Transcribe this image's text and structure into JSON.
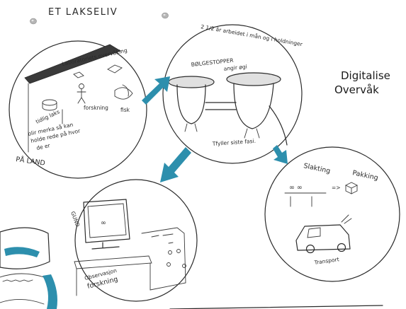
{
  "header": {
    "title": "ET LAKSELIV"
  },
  "circle_land": {
    "supervision_label": "Laboratoriets overvåking",
    "research_label": "forskning",
    "fish_label": "fisk",
    "salmon_label": "tidlig laks",
    "marking_note_lines": [
      "blir merka så kan",
      "holde rede på hvor",
      "de er"
    ],
    "caption": "PÅ LAND"
  },
  "circle_sea": {
    "duration_note": "2 1/2 år arbeidet i mån og i holdninger",
    "wave_label": "BØLGESTOPPER",
    "wave_sublabel": "angir øgi",
    "caption": "Tfyller siste fasi."
  },
  "circle_harvest": {
    "slaughter_label": "Slakting",
    "packing_label": "Pakking",
    "transport_label": "Transport"
  },
  "circle_lab": {
    "side_label": "GUND",
    "screen_glyph": "∞",
    "obs_lines": [
      "Observasjon",
      "forskning"
    ]
  },
  "right_text_lines": [
    "Digitalise",
    "Overvåk"
  ],
  "colors": {
    "arrow": "#2d8fad",
    "ink": "#2b2b2b",
    "pin": "#a9a9a9",
    "pool_water": "#2d8fad"
  },
  "icons": [
    "pin-icon",
    "arrow-icon",
    "monitor-icon",
    "truck-icon",
    "fish-icon",
    "person-icon"
  ]
}
